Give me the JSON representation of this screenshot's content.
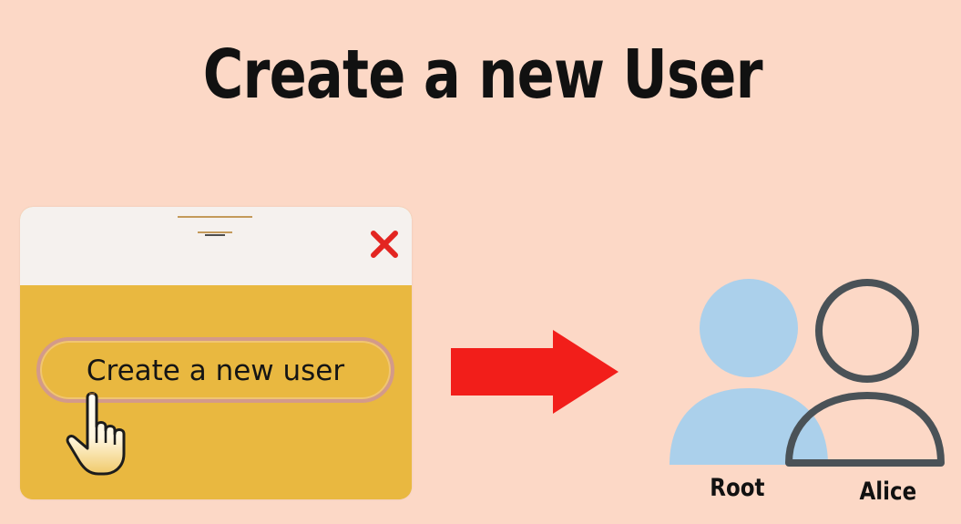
{
  "title": "Create a new User",
  "dialog": {
    "button_label": "Create a new user",
    "close_icon": "close-icon",
    "cursor_icon": "hand-cursor-icon"
  },
  "users": {
    "root_label": "Root",
    "alice_label": "Alice"
  },
  "colors": {
    "background": "#fcd8c6",
    "dialog_header": "#f5f1ee",
    "dialog_body": "#e9b840",
    "close_icon": "#e32521",
    "arrow": "#f21e1a",
    "root_user_fill": "#abd0eb",
    "alice_user_outline": "#4a5257",
    "text": "#111111"
  }
}
